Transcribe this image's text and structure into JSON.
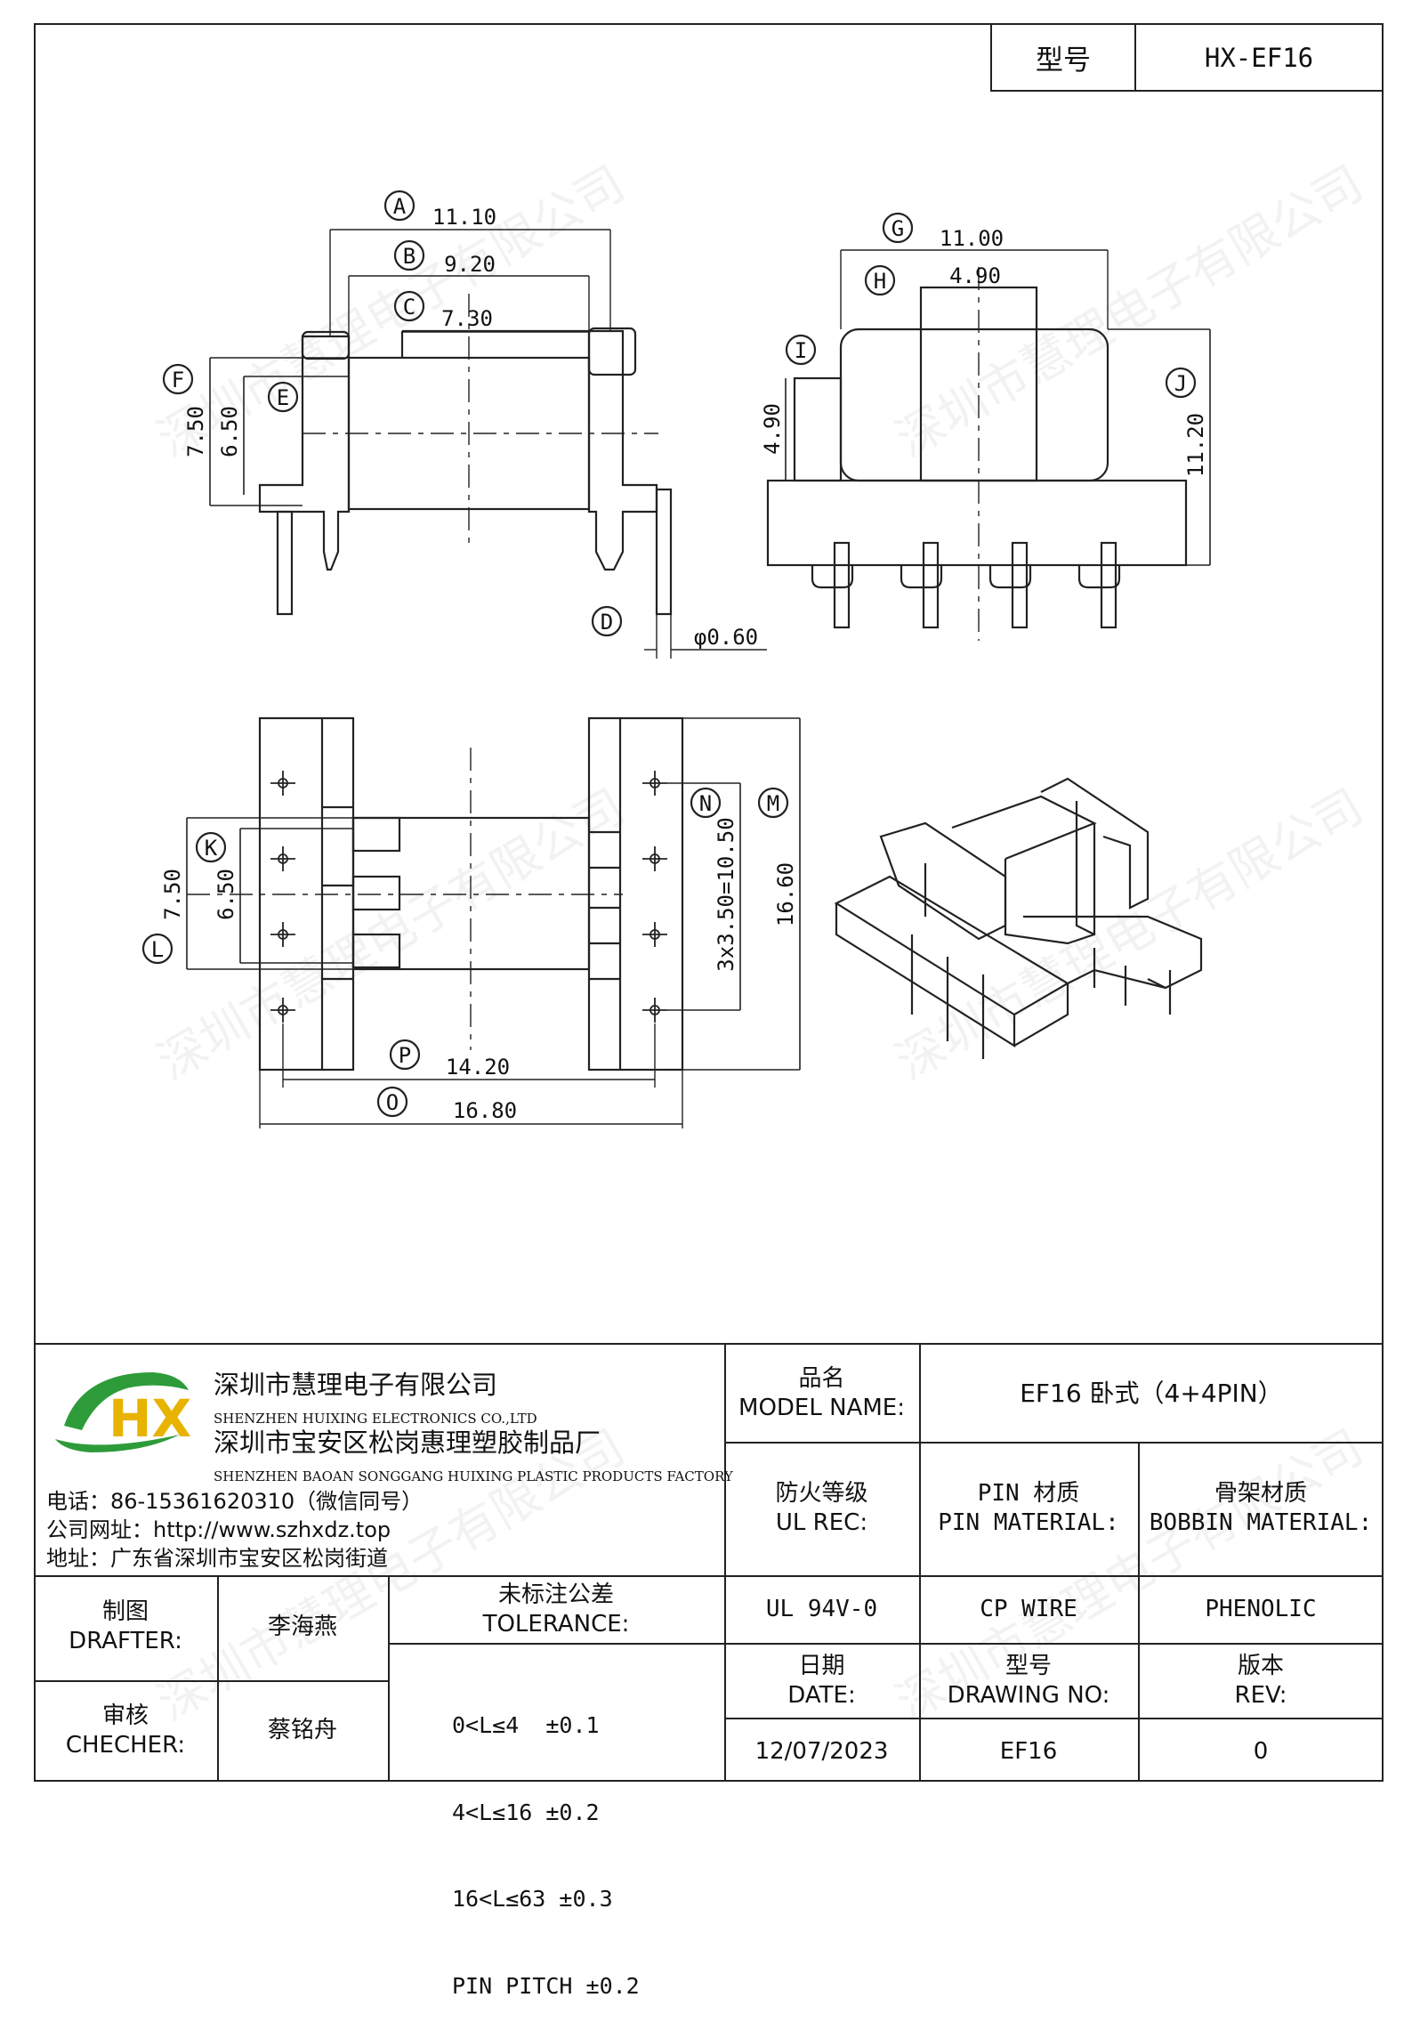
{
  "header": {
    "label": "型号",
    "value": "HX-EF16"
  },
  "drawing": {
    "dim_labels": {
      "A": "A",
      "B": "B",
      "C": "C",
      "D": "D",
      "E": "E",
      "F": "F",
      "G": "G",
      "H": "H",
      "I": "I",
      "J": "J",
      "K": "K",
      "L": "L",
      "M": "M",
      "N": "N",
      "O": "O",
      "P": "P"
    },
    "dims": {
      "A": "11.10",
      "B": "9.20",
      "C": "7.30",
      "D": "φ0.60",
      "E": "6.50",
      "F": "7.50",
      "G": "11.00",
      "H": "4.90",
      "I": "4.90",
      "J": "11.20",
      "K": "6.50",
      "L": "7.50",
      "M": "16.60",
      "N": "3x3.50=10.50",
      "O": "16.80",
      "P": "14.20"
    },
    "watermark": "深圳市慧理电子有限公司"
  },
  "company": {
    "logo_text": "HX",
    "name_cn": "深圳市慧理电子有限公司",
    "name_en": "SHENZHEN HUIXING ELECTRONICS CO.,LTD",
    "factory_cn": "深圳市宝安区松岗惠理塑胶制品厂",
    "factory_en": "SHENZHEN BAOAN SONGGANG HUIXING PLASTIC PRODUCTS FACTORY",
    "phone": "电话：86-15361620310（微信同号）",
    "website": "公司网址：http://www.szhxdz.top",
    "address": "地址：广东省深圳市宝安区松岗街道"
  },
  "title_block": {
    "model_name_label_cn": "品名",
    "model_name_label_en": "MODEL NAME:",
    "model_name_value": "EF16 卧式（4+4PIN）",
    "ul_label_cn": "防火等级",
    "ul_label_en": "UL REC:",
    "pin_label_cn": "PIN 材质",
    "pin_label_en": "PIN MATERIAL:",
    "bobbin_label_cn": "骨架材质",
    "bobbin_label_en": "BOBBIN MATERIAL:",
    "ul_value": "UL 94V-0",
    "pin_value": "CP WIRE",
    "bobbin_value": "PHENOLIC",
    "drafter_label_cn": "制图",
    "drafter_label_en": "DRAFTER:",
    "drafter_value": "李海燕",
    "checker_label_cn": "审核",
    "checker_label_en": "CHECHER:",
    "checker_value": "蔡铭舟",
    "tolerance_label_cn": "未标注公差",
    "tolerance_label_en": "TOLERANCE:",
    "tolerance_lines": [
      "0<L≤4  ±0.1",
      "4<L≤16 ±0.2",
      "16<L≤63 ±0.3",
      "PIN PITCH ±0.2"
    ],
    "date_label_cn": "日期",
    "date_label_en": "DATE:",
    "date_value": "12/07/2023",
    "drawing_no_label_cn": "型号",
    "drawing_no_label_en": "DRAWING NO:",
    "drawing_no_value": "EF16",
    "rev_label_cn": "版本",
    "rev_label_en": "REV:",
    "rev_value": "0"
  }
}
